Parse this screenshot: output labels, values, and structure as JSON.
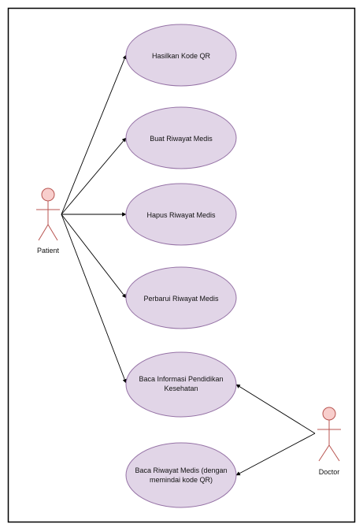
{
  "diagram": {
    "actors": {
      "patient": {
        "label": "Patient"
      },
      "doctor": {
        "label": "Doctor"
      }
    },
    "use_cases": [
      {
        "id": "uc1",
        "lines": [
          "Hasilkan Kode QR"
        ]
      },
      {
        "id": "uc2",
        "lines": [
          "Buat Riwayat Medis"
        ]
      },
      {
        "id": "uc3",
        "lines": [
          "Hapus Riwayat Medis"
        ]
      },
      {
        "id": "uc4",
        "lines": [
          "Perbarui Riwayat Medis"
        ]
      },
      {
        "id": "uc5",
        "lines": [
          "Baca Informasi Pendidikan",
          "Kesehatan"
        ]
      },
      {
        "id": "uc6",
        "lines": [
          "Baca Riwayat Medis (dengan",
          "memindai kode QR)"
        ]
      }
    ],
    "associations": [
      {
        "from": "patient",
        "to": "uc1"
      },
      {
        "from": "patient",
        "to": "uc2"
      },
      {
        "from": "patient",
        "to": "uc3"
      },
      {
        "from": "patient",
        "to": "uc4"
      },
      {
        "from": "patient",
        "to": "uc5"
      },
      {
        "from": "doctor",
        "to": "uc5"
      },
      {
        "from": "doctor",
        "to": "uc6"
      }
    ]
  }
}
